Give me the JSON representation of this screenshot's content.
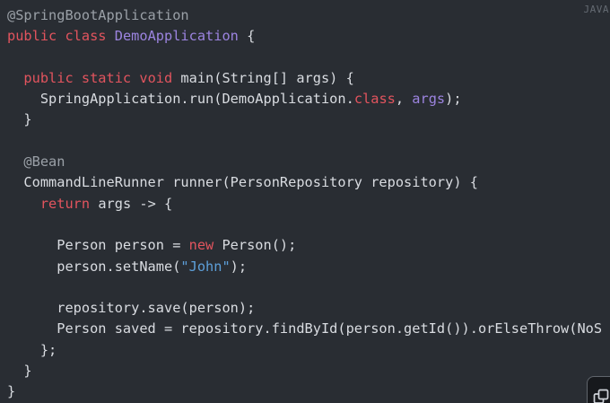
{
  "language_label": "JAVA",
  "colors": {
    "background": "#292d33",
    "text_plain": "#d9dce1",
    "annotation_gray": "#9aa0a7",
    "keyword_red": "#e2545e",
    "identifier_purple": "#9c84e0",
    "string_blue": "#5d9fd9",
    "label_gray": "#646a72",
    "copy_button_bg": "#17191d",
    "copy_button_border": "#60656c"
  },
  "copy_button": {
    "icon": "copy-icon"
  },
  "code": {
    "lines": [
      [
        {
          "t": "@SpringBootApplication",
          "c": "gray"
        }
      ],
      [
        {
          "t": "public class ",
          "c": "red"
        },
        {
          "t": "DemoApplication",
          "c": "purple"
        },
        {
          "t": " {",
          "c": "plain"
        }
      ],
      [],
      [
        {
          "t": "  ",
          "c": "plain"
        },
        {
          "t": "public static void",
          "c": "red"
        },
        {
          "t": " main(String[] args) {",
          "c": "plain"
        }
      ],
      [
        {
          "t": "    SpringApplication.run(DemoApplication.",
          "c": "plain"
        },
        {
          "t": "class",
          "c": "red"
        },
        {
          "t": ", ",
          "c": "plain"
        },
        {
          "t": "args",
          "c": "purple"
        },
        {
          "t": ");",
          "c": "plain"
        }
      ],
      [
        {
          "t": "  }",
          "c": "plain"
        }
      ],
      [],
      [
        {
          "t": "  @Bean",
          "c": "gray"
        }
      ],
      [
        {
          "t": "  CommandLineRunner runner(PersonRepository repository) {",
          "c": "plain"
        }
      ],
      [
        {
          "t": "    ",
          "c": "plain"
        },
        {
          "t": "return",
          "c": "red"
        },
        {
          "t": " args -> {",
          "c": "plain"
        }
      ],
      [],
      [
        {
          "t": "      Person person = ",
          "c": "plain"
        },
        {
          "t": "new",
          "c": "red"
        },
        {
          "t": " Person();",
          "c": "plain"
        }
      ],
      [
        {
          "t": "      person.setName(",
          "c": "plain"
        },
        {
          "t": "\"John\"",
          "c": "blue"
        },
        {
          "t": ");",
          "c": "plain"
        }
      ],
      [],
      [
        {
          "t": "      repository.save(person);",
          "c": "plain"
        }
      ],
      [
        {
          "t": "      Person saved = repository.findById(person.getId()).orElseThrow(NoS",
          "c": "plain"
        }
      ],
      [
        {
          "t": "    };",
          "c": "plain"
        }
      ],
      [
        {
          "t": "  }",
          "c": "plain"
        }
      ],
      [
        {
          "t": "}",
          "c": "plain"
        }
      ]
    ]
  }
}
